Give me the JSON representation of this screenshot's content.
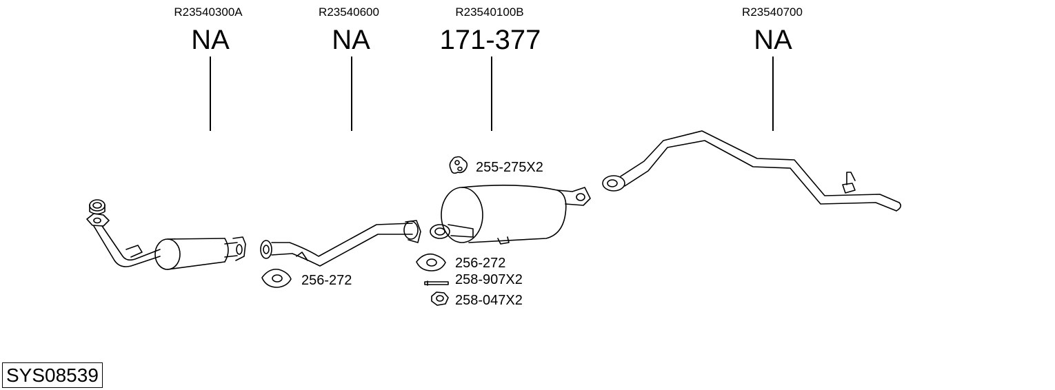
{
  "parts": [
    {
      "ref": "R23540300A",
      "code": "NA"
    },
    {
      "ref": "R23540600",
      "code": "NA"
    },
    {
      "ref": "R23540100B",
      "code": "171-377"
    },
    {
      "ref": "R23540700",
      "code": "NA"
    }
  ],
  "accessories": [
    {
      "label": "255-275X2",
      "icon": "rubber-hanger-icon"
    },
    {
      "label": "256-272",
      "icon": "flange-gasket-icon"
    },
    {
      "label": "256-272",
      "icon": "flange-gasket-icon"
    },
    {
      "label": "258-907X2",
      "icon": "bolt-icon"
    },
    {
      "label": "258-047X2",
      "icon": "nut-icon"
    }
  ],
  "system_code": "SYS08539"
}
